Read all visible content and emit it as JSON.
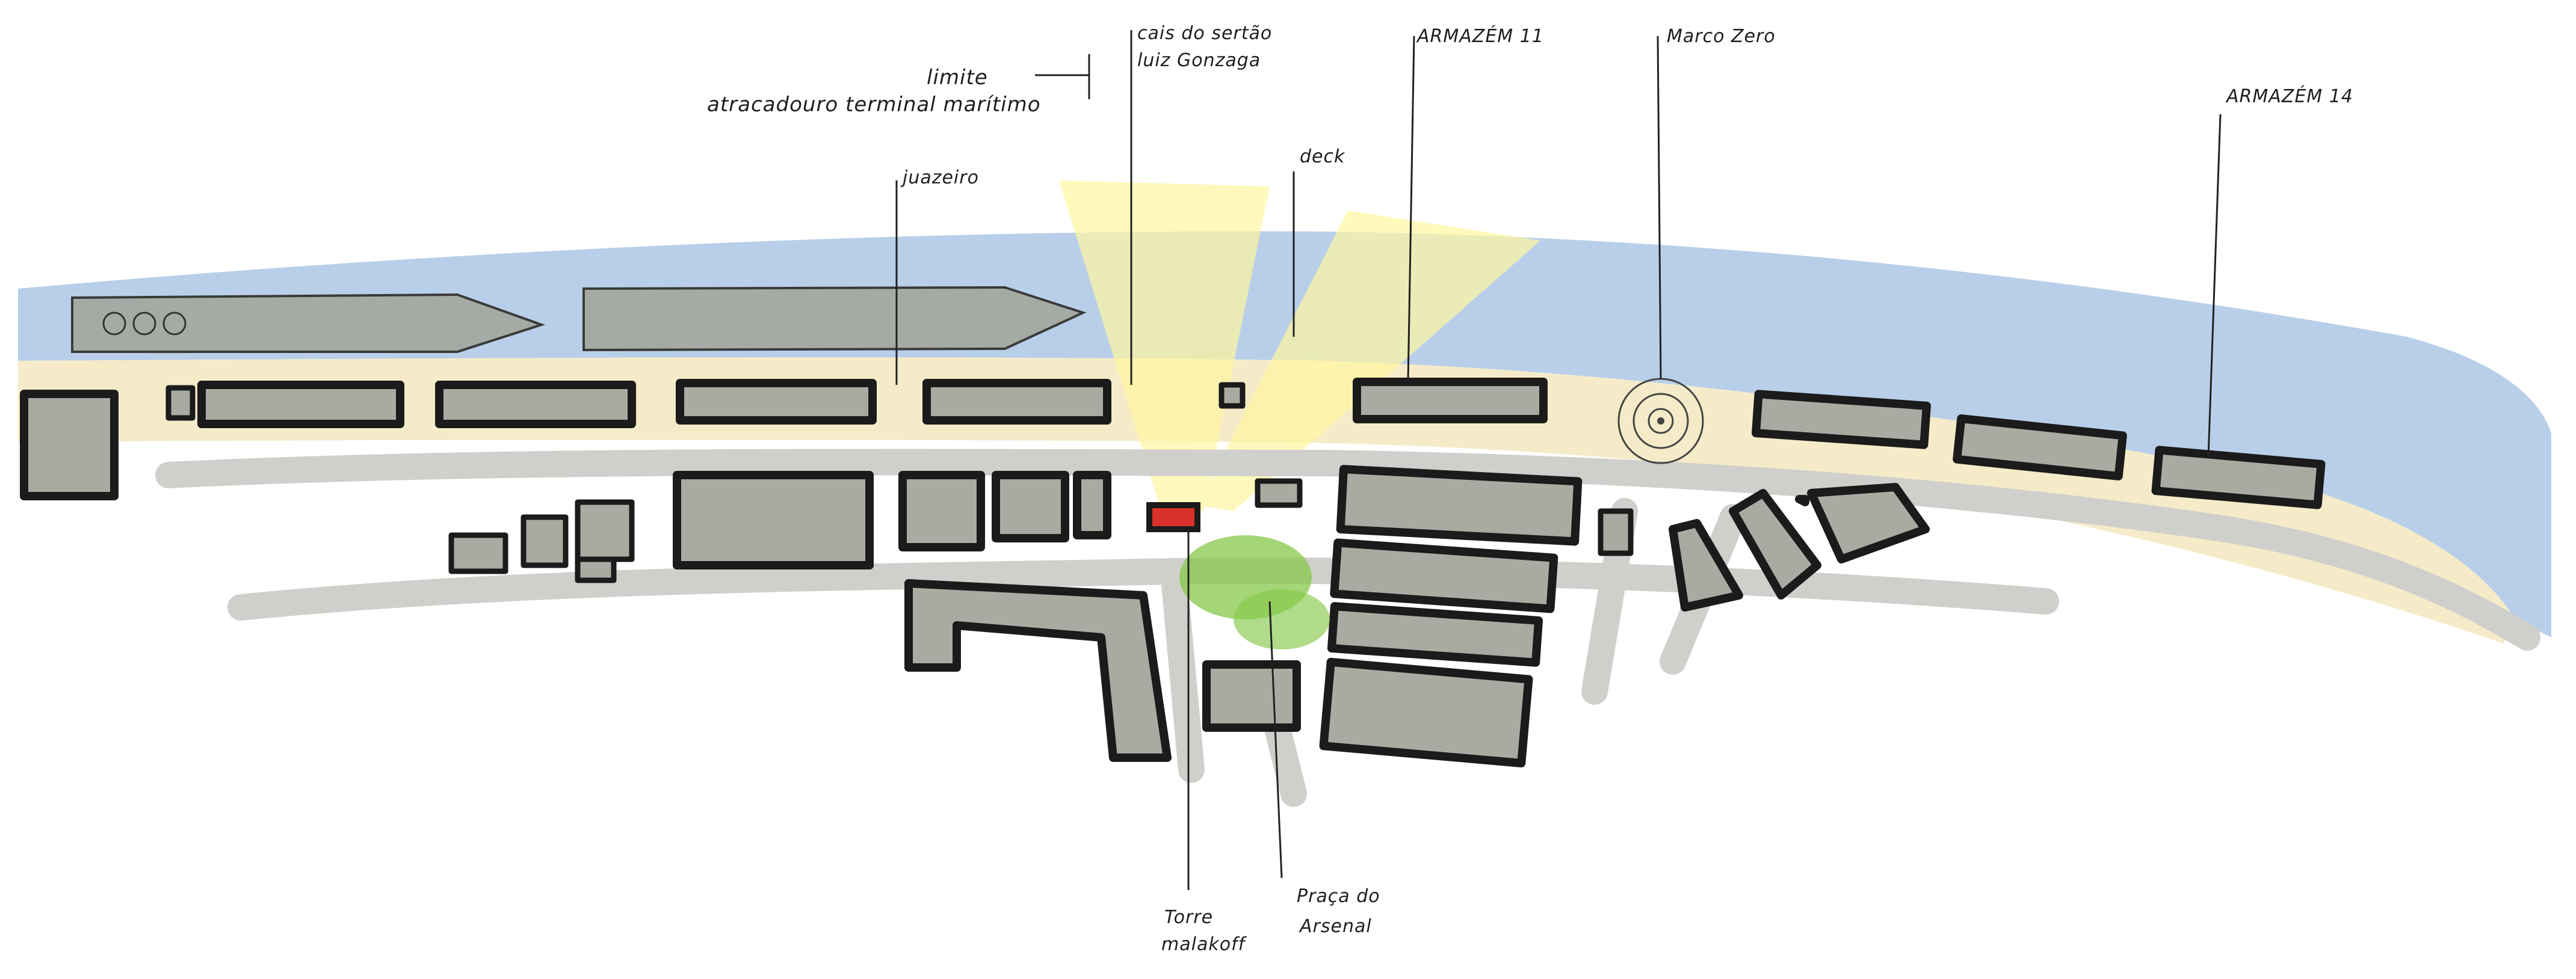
{
  "colors": {
    "water": "#b9cfe9",
    "quay": "#f5ebc8",
    "buildings": "#a9aba3",
    "roads": "#d2d3cf",
    "trees": "#86c84a",
    "light_beam": "#fff6a0",
    "tower": "#d8322a"
  },
  "labels": {
    "limite": "limite",
    "atracadouro": "atracadouro terminal marítimo",
    "cais_line1": "cais do sertão",
    "cais_line2": "luiz Gonzaga",
    "armazem11": "ARMAZÉM 11",
    "marco_zero": "Marco Zero",
    "armazem14": "ARMAZÉM 14",
    "juazeiro": "juazeiro",
    "deck": "deck",
    "torre_line1": "Torre",
    "torre_line2": "malakoff",
    "praca_line1": "Praça do",
    "praca_line2": "Arsenal"
  },
  "icons": [
    "compass-rose-icon",
    "tree-cluster-icon",
    "tower-icon",
    "ship-icon"
  ]
}
